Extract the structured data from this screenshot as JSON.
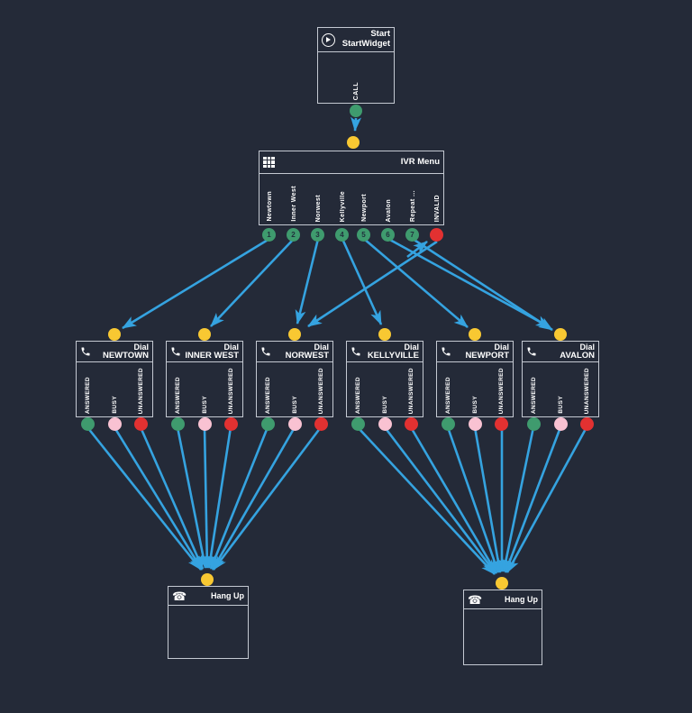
{
  "colors": {
    "background": "#242a38",
    "node_border": "#c4c9d2",
    "edge_blue": "#35a3e0",
    "port_green": "#3f9b6e",
    "port_yellow": "#f8c832",
    "port_pink": "#f9c2d2",
    "port_red": "#e23131"
  },
  "start_node": {
    "title": "Start",
    "subtitle": "StartWidget",
    "icon": "play-circle-icon",
    "output_port": {
      "label": "CALL",
      "color": "green"
    }
  },
  "ivr_node": {
    "title": "IVR Menu",
    "icon": "keypad-grid-icon",
    "ports": [
      {
        "label": "Newtown",
        "number": "1",
        "color": "green"
      },
      {
        "label": "Inner West",
        "number": "2",
        "color": "green"
      },
      {
        "label": "Norwest",
        "number": "3",
        "color": "green"
      },
      {
        "label": "Kellyville",
        "number": "4",
        "color": "green"
      },
      {
        "label": "Newport",
        "number": "5",
        "color": "green"
      },
      {
        "label": "Avalon",
        "number": "6",
        "color": "green"
      },
      {
        "label": "Repeat ...",
        "number": "7",
        "color": "green"
      },
      {
        "label": "INVALID",
        "number": "",
        "color": "red"
      }
    ]
  },
  "dial_output_labels": [
    "ANSWERED",
    "BUSY",
    "UNANSWERED"
  ],
  "dial_nodes": [
    {
      "title": "Dial",
      "subtitle": "NEWTOWN"
    },
    {
      "title": "Dial",
      "subtitle": "INNER WEST"
    },
    {
      "title": "Dial",
      "subtitle": "NORWEST"
    },
    {
      "title": "Dial",
      "subtitle": "KELLYVILLE"
    },
    {
      "title": "Dial",
      "subtitle": "NEWPORT"
    },
    {
      "title": "Dial",
      "subtitle": "AVALON"
    }
  ],
  "hangup_nodes": [
    {
      "title": "Hang Up"
    },
    {
      "title": "Hang Up"
    }
  ]
}
